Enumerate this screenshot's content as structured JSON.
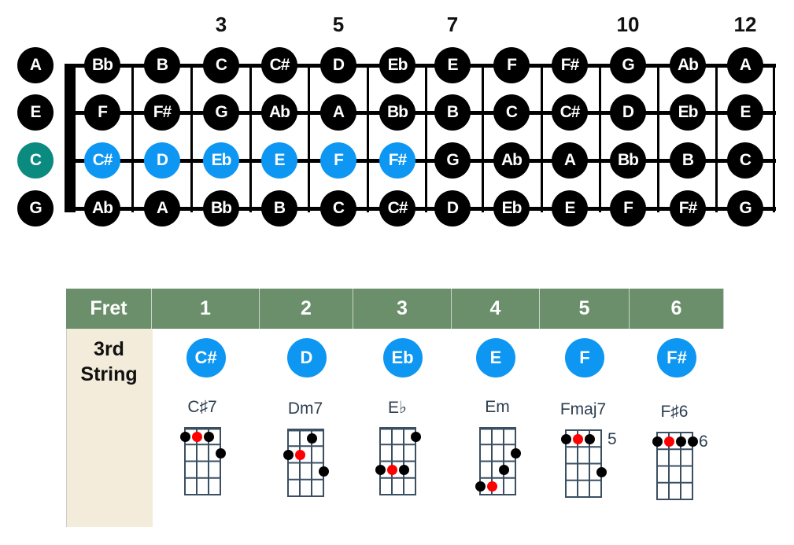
{
  "fret_markers": [
    {
      "fret": 3,
      "label": "3"
    },
    {
      "fret": 5,
      "label": "5"
    },
    {
      "fret": 7,
      "label": "7"
    },
    {
      "fret": 10,
      "label": "10"
    },
    {
      "fret": 12,
      "label": "12"
    }
  ],
  "strings": [
    {
      "open": "A",
      "notes": [
        "Bb",
        "B",
        "C",
        "C#",
        "D",
        "Eb",
        "E",
        "F",
        "F#",
        "G",
        "Ab",
        "A"
      ],
      "highlight": false
    },
    {
      "open": "E",
      "notes": [
        "F",
        "F#",
        "G",
        "Ab",
        "A",
        "Bb",
        "B",
        "C",
        "C#",
        "D",
        "Eb",
        "E"
      ],
      "highlight": false
    },
    {
      "open": "C",
      "notes": [
        "C#",
        "D",
        "Eb",
        "E",
        "F",
        "F#",
        "G",
        "Ab",
        "A",
        "Bb",
        "B",
        "C"
      ],
      "highlight": true,
      "highlight_frets": 6
    },
    {
      "open": "G",
      "notes": [
        "Ab",
        "A",
        "Bb",
        "B",
        "C",
        "C#",
        "D",
        "Eb",
        "E",
        "F",
        "F#",
        "G"
      ],
      "highlight": false
    }
  ],
  "colors": {
    "highlight": "#0d96f2",
    "open_highlight": "#0b8b80",
    "header": "#6a8f6a",
    "row_label_bg": "#f3ecdb",
    "chord_grid": "#3b4f63"
  },
  "table": {
    "header_label": "Fret",
    "row_label_line1": "3rd",
    "row_label_line2": "String",
    "columns": [
      {
        "fret": "1",
        "note": "C#",
        "chord": "C♯7",
        "nut": true,
        "position": null,
        "dots": [
          [
            0,
            1,
            0
          ],
          [
            1,
            1,
            1
          ],
          [
            2,
            1,
            0
          ],
          [
            3,
            2,
            0
          ]
        ]
      },
      {
        "fret": "2",
        "note": "D",
        "chord": "Dm7",
        "nut": true,
        "position": null,
        "dots": [
          [
            2,
            1,
            0
          ],
          [
            0,
            2,
            0
          ],
          [
            1,
            2,
            1
          ],
          [
            3,
            3,
            0
          ]
        ]
      },
      {
        "fret": "3",
        "note": "Eb",
        "chord": "E♭",
        "nut": true,
        "position": null,
        "dots": [
          [
            3,
            1,
            0
          ],
          [
            0,
            3,
            0
          ],
          [
            1,
            3,
            1
          ],
          [
            2,
            3,
            0
          ]
        ]
      },
      {
        "fret": "4",
        "note": "E",
        "chord": "Em",
        "nut": true,
        "position": null,
        "dots": [
          [
            3,
            2,
            0
          ],
          [
            2,
            3,
            0
          ],
          [
            0,
            4,
            0
          ],
          [
            1,
            4,
            1
          ]
        ]
      },
      {
        "fret": "5",
        "note": "F",
        "chord": "Fmaj7",
        "nut": false,
        "position": "5",
        "dots": [
          [
            0,
            1,
            0
          ],
          [
            1,
            1,
            1
          ],
          [
            2,
            1,
            0
          ],
          [
            3,
            3,
            0
          ]
        ]
      },
      {
        "fret": "6",
        "note": "F#",
        "chord": "F♯6",
        "nut": false,
        "position": "6",
        "dots": [
          [
            0,
            1,
            0
          ],
          [
            1,
            1,
            1
          ],
          [
            2,
            1,
            0
          ],
          [
            3,
            1,
            0
          ]
        ]
      }
    ]
  }
}
